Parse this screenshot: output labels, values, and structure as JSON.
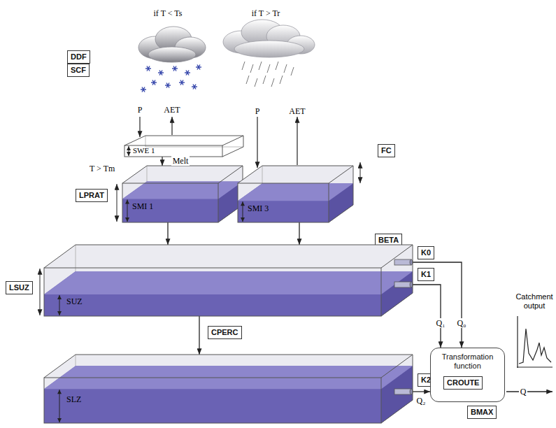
{
  "diagram": {
    "nodes": [
      {
        "text": [
          "DDF"
        ]
      },
      {
        "text": [
          "SCF"
        ]
      },
      {
        "text": [
          "SWE 1"
        ]
      },
      {
        "text": [
          "SMI 1"
        ]
      },
      {
        "text": [
          "SMI 3"
        ]
      },
      {
        "text": [
          "FC"
        ]
      },
      {
        "text": [
          "LPRAT"
        ]
      },
      {
        "text": [
          "BETA"
        ]
      },
      {
        "text": [
          "SUZ"
        ]
      },
      {
        "text": [
          "LSUZ"
        ]
      },
      {
        "text": [
          "K0"
        ]
      },
      {
        "text": [
          "K1"
        ]
      },
      {
        "text": [
          "CPERC"
        ]
      },
      {
        "text": [
          "SLZ"
        ]
      },
      {
        "text": [
          "K2"
        ]
      },
      {
        "text": [
          "Transformation function"
        ]
      },
      {
        "text": [
          "CROUTE"
        ],
        "in": 15
      },
      {
        "text": [
          "BMAX"
        ]
      }
    ],
    "edges": [
      {
        "from": 2,
        "to": 3,
        "arrow": "to",
        "label": "Melt"
      },
      {
        "from": 3,
        "to": 8,
        "arrow": "to"
      },
      {
        "from": 4,
        "to": 8,
        "arrow": "to"
      },
      {
        "from": 8,
        "to": 13,
        "arrow": "to"
      },
      {
        "from": 8,
        "to": 15,
        "arrow": "to",
        "label": "Q₀"
      },
      {
        "from": 8,
        "to": 15,
        "arrow": "to",
        "label": "Q₁"
      },
      {
        "from": 13,
        "to": 15,
        "arrow": "to",
        "label": "Q₂"
      }
    ],
    "labels": [
      "if T < Ts",
      "if T > Tr",
      "P",
      "AET",
      "T > Tm",
      "P",
      "AET",
      "Catchment output",
      "Q"
    ]
  }
}
